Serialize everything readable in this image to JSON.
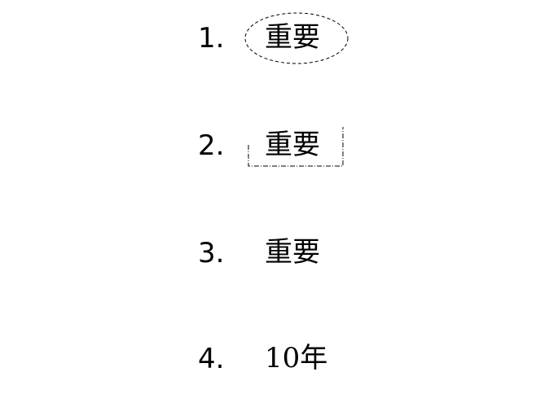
{
  "items": [
    {
      "number": "1.",
      "text": "重要",
      "decoration": "dashed-ellipse"
    },
    {
      "number": "2.",
      "text": "重要",
      "decoration": "dashed-partial-box"
    },
    {
      "number": "3.",
      "text": "重要",
      "decoration": "none"
    },
    {
      "number": "4.",
      "text": "10年",
      "decoration": "none"
    }
  ]
}
